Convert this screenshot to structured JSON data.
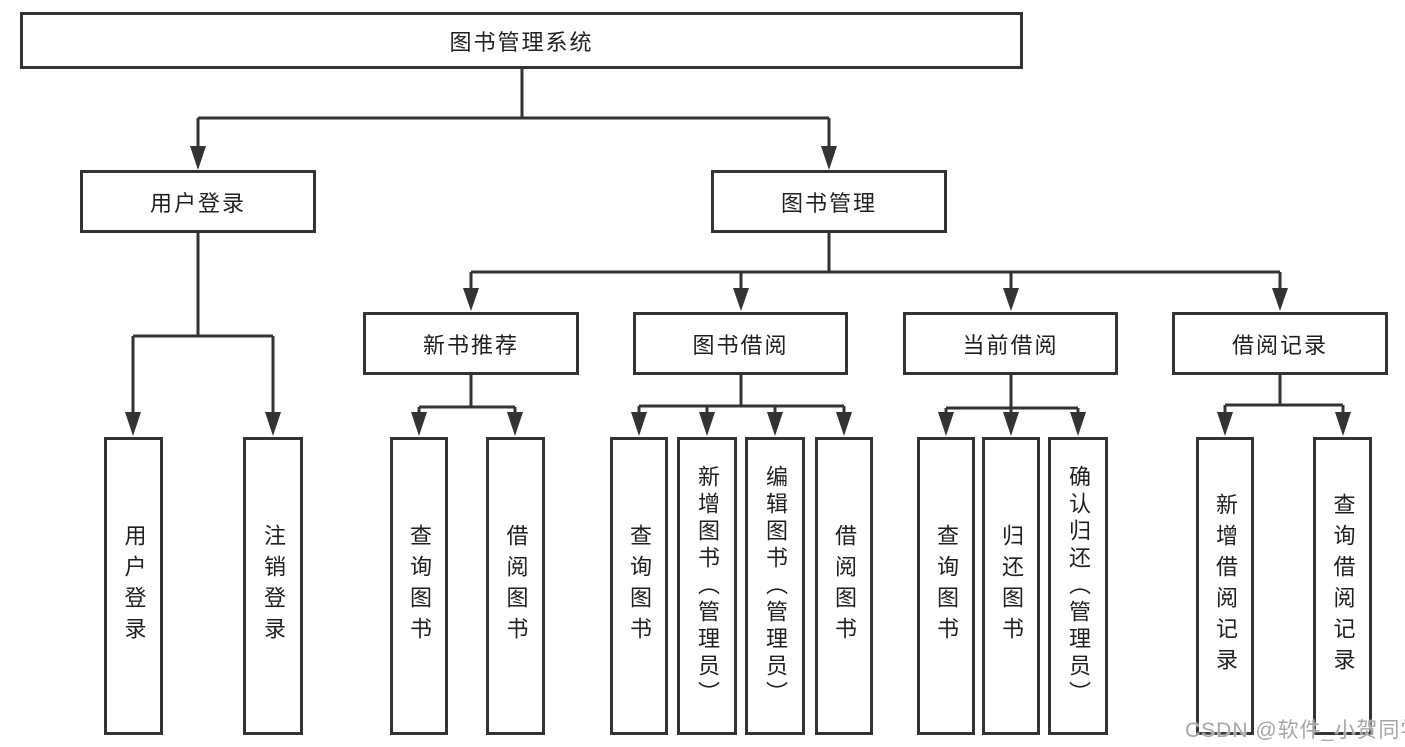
{
  "tree": {
    "label": "图书管理系统",
    "children": [
      {
        "label": "用户登录",
        "children": [
          {
            "label": "用户登录"
          },
          {
            "label": "注销登录"
          }
        ]
      },
      {
        "label": "图书管理",
        "children": [
          {
            "label": "新书推荐",
            "children": [
              {
                "label": "查询图书"
              },
              {
                "label": "借阅图书"
              }
            ]
          },
          {
            "label": "图书借阅",
            "children": [
              {
                "label": "查询图书"
              },
              {
                "label": "新增图书（管理员）"
              },
              {
                "label": "编辑图书（管理员）"
              },
              {
                "label": "借阅图书"
              }
            ]
          },
          {
            "label": "当前借阅",
            "children": [
              {
                "label": "查询图书"
              },
              {
                "label": "归还图书"
              },
              {
                "label": "确认归还（管理员）"
              }
            ]
          },
          {
            "label": "借阅记录",
            "children": [
              {
                "label": "新增借阅记录"
              },
              {
                "label": "查询借阅记录"
              }
            ]
          }
        ]
      }
    ]
  },
  "watermark": "CSDN @软件_小贺同学",
  "colors": {
    "line": "#333333",
    "box_border": "#333333",
    "box_background": "#ffffff",
    "text": "#1f1f1f",
    "watermark": "#969696"
  }
}
